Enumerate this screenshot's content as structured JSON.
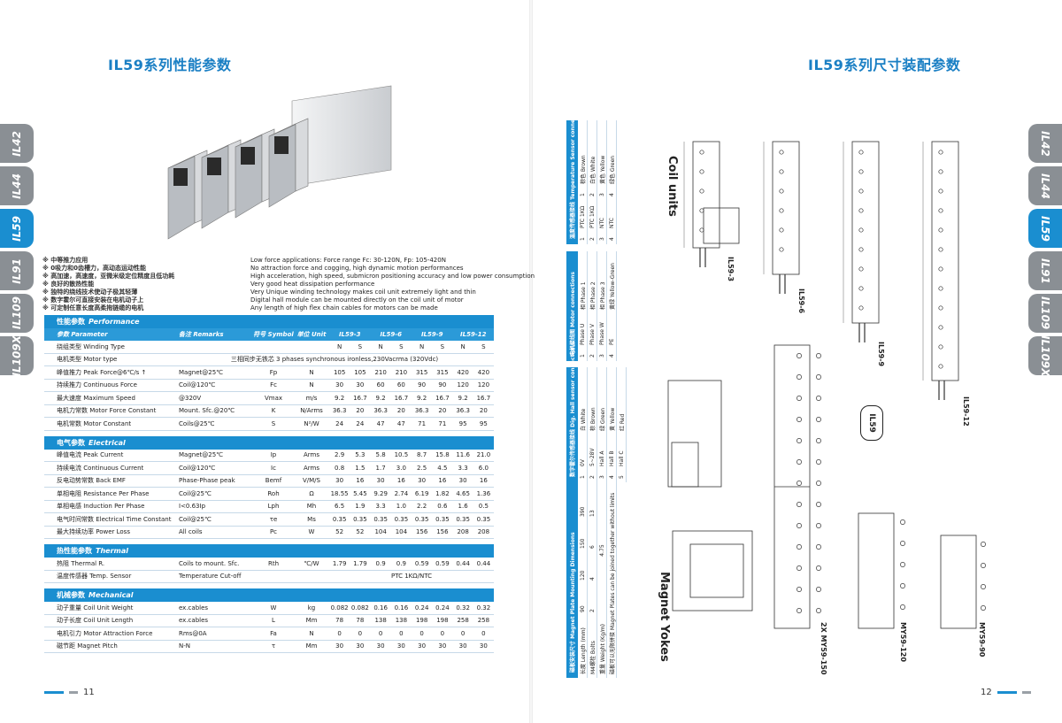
{
  "left_title": "IL59系列性能参数",
  "right_title": "IL59系列尺寸装配参数",
  "tabs": [
    "IL42",
    "IL44",
    "IL59",
    "IL91",
    "IL109",
    "IL109X"
  ],
  "active_tab": "IL59",
  "features_cn": [
    "※ 中等推力应用",
    "※ 0吸力和0齿槽力，高动态运动性能",
    "※ 高加速，高速度，亚微米级定位精度且低功耗",
    "※ 良好的散热性能",
    "※ 独特的绕线技术使动子极其轻薄",
    "※ 数字霍尔可直接安装在电机动子上",
    "※ 可定制任意长度高柔拖链缆的电机"
  ],
  "features_en": [
    "Low force applications: Force range Fc: 30-120N, Fp: 105-420N",
    "No attraction force and cogging, high dynamic motion performances",
    "High acceleration, high speed, submicron positioning accuracy and low power consumption",
    "Very good heat dissipation performance",
    "Very Unique winding technology makes coil unit extremely light and thin",
    "Digital hall module can be mounted directly on the coil unit of motor",
    "Any length of high flex chain cables for motors can be made"
  ],
  "perf": {
    "section": "性能参数",
    "section_en": "Performance",
    "col_param": "参数 Parameter",
    "col_remarks": "备注 Remarks",
    "col_symbol": "符号 Symbol",
    "col_unit": "单位 Unit",
    "groups": [
      "IL59-3",
      "IL59-6",
      "IL59-9",
      "IL59-12"
    ],
    "ns": [
      "N",
      "S",
      "N",
      "S",
      "N",
      "S",
      "N",
      "S"
    ],
    "winding_label": "绕组类型 Winding Type",
    "motor_label": "电机类型 Motor type",
    "motor_value": "三相同步无铁芯 3 phases synchronous ironless,230Vacrma (320Vdc)",
    "rows": [
      {
        "name": "峰值推力 Peak Force@6℃/s ↑",
        "rem": "Magnet@25℃",
        "sym": "Fp",
        "unit": "N",
        "vals": [
          "105",
          "105",
          "210",
          "210",
          "315",
          "315",
          "420",
          "420"
        ]
      },
      {
        "name": "持续推力 Continuous Force",
        "rem": "Coil@120℃",
        "sym": "Fc",
        "unit": "N",
        "vals": [
          "30",
          "30",
          "60",
          "60",
          "90",
          "90",
          "120",
          "120"
        ]
      },
      {
        "name": "最大速度 Maximum Speed",
        "rem": "@320V",
        "sym": "Vmax",
        "unit": "m/s",
        "vals": [
          "9.2",
          "16.7",
          "9.2",
          "16.7",
          "9.2",
          "16.7",
          "9.2",
          "16.7"
        ]
      },
      {
        "name": "电机力常数 Motor Force Constant",
        "rem": "Mount. Sfc.@20℃",
        "sym": "K",
        "unit": "N/Arms",
        "vals": [
          "36.3",
          "20",
          "36.3",
          "20",
          "36.3",
          "20",
          "36.3",
          "20"
        ]
      },
      {
        "name": "电机常数 Motor Constant",
        "rem": "Coils@25℃",
        "sym": "S",
        "unit": "N²/W",
        "vals": [
          "24",
          "24",
          "47",
          "47",
          "71",
          "71",
          "95",
          "95"
        ]
      }
    ]
  },
  "elec": {
    "section": "电气参数",
    "section_en": "Electrical",
    "rows": [
      {
        "name": "峰值电流 Peak Current",
        "rem": "Magnet@25℃",
        "sym": "Ip",
        "unit": "Arms",
        "vals": [
          "2.9",
          "5.3",
          "5.8",
          "10.5",
          "8.7",
          "15.8",
          "11.6",
          "21.0"
        ]
      },
      {
        "name": "持续电流 Continuous Current",
        "rem": "Coil@120℃",
        "sym": "Ic",
        "unit": "Arms",
        "vals": [
          "0.8",
          "1.5",
          "1.7",
          "3.0",
          "2.5",
          "4.5",
          "3.3",
          "6.0"
        ]
      },
      {
        "name": "反电动势常数 Back EMF",
        "rem": "Phase-Phase peak",
        "sym": "Bemf",
        "unit": "V/M/S",
        "vals": [
          "30",
          "16",
          "30",
          "16",
          "30",
          "16",
          "30",
          "16"
        ]
      },
      {
        "name": "单相电阻 Resistance Per Phase",
        "rem": "Coil@25℃",
        "sym": "Roh",
        "unit": "Ω",
        "vals": [
          "18.55",
          "5.45",
          "9.29",
          "2.74",
          "6.19",
          "1.82",
          "4.65",
          "1.36"
        ]
      },
      {
        "name": "单相电感 Induction Per Phase",
        "rem": "I<0.63Ip",
        "sym": "Lph",
        "unit": "Mh",
        "vals": [
          "6.5",
          "1.9",
          "3.3",
          "1.0",
          "2.2",
          "0.6",
          "1.6",
          "0.5"
        ]
      },
      {
        "name": "电气时间常数 Electrical Time Constant",
        "rem": "Coil@25℃",
        "sym": "τe",
        "unit": "Ms",
        "vals": [
          "0.35",
          "0.35",
          "0.35",
          "0.35",
          "0.35",
          "0.35",
          "0.35",
          "0.35"
        ]
      },
      {
        "name": "最大持续功率 Power Loss",
        "rem": "All coils",
        "sym": "Pc",
        "unit": "W",
        "vals": [
          "52",
          "52",
          "104",
          "104",
          "156",
          "156",
          "208",
          "208"
        ]
      }
    ]
  },
  "thermal": {
    "section": "热性能参数",
    "section_en": "Thermal",
    "rows": [
      {
        "name": "热阻 Thermal R.",
        "rem": "Coils to mount. Sfc.",
        "sym": "Rth",
        "unit": "℃/W",
        "vals": [
          "1.79",
          "1.79",
          "0.9",
          "0.9",
          "0.59",
          "0.59",
          "0.44",
          "0.44"
        ]
      }
    ],
    "sensor_name": "温度传感器 Temp. Sensor",
    "sensor_rem": "Temperature Cut-off",
    "sensor_value": "PTC 1KΩ/NTC"
  },
  "mech": {
    "section": "机械参数",
    "section_en": "Mechanical",
    "rows": [
      {
        "name": "动子重量 Coil Unit Weight",
        "rem": "ex.cables",
        "sym": "W",
        "unit": "kg",
        "vals": [
          "0.082",
          "0.082",
          "0.16",
          "0.16",
          "0.24",
          "0.24",
          "0.32",
          "0.32"
        ]
      },
      {
        "name": "动子长度 Coil Unit Length",
        "rem": "ex.cables",
        "sym": "L",
        "unit": "Mm",
        "vals": [
          "78",
          "78",
          "138",
          "138",
          "198",
          "198",
          "258",
          "258"
        ]
      },
      {
        "name": "电机引力 Motor Attraction Force",
        "rem": "Rms@0A",
        "sym": "Fa",
        "unit": "N",
        "vals": [
          "0",
          "0",
          "0",
          "0",
          "0",
          "0",
          "0",
          "0"
        ]
      },
      {
        "name": "磁节距 Magnet Pitch",
        "rem": "N-N",
        "sym": "τ",
        "unit": "Mm",
        "vals": [
          "30",
          "30",
          "30",
          "30",
          "30",
          "30",
          "30",
          "30"
        ]
      }
    ]
  },
  "page_left": "11",
  "page_right": "12",
  "temp_sensor": {
    "title": "温度传感器接线 Temperature Sensor connections",
    "rows": [
      [
        "1",
        "PTC 1KΩ",
        "1",
        "棕色 Brown"
      ],
      [
        "2",
        "PTC 1KΩ",
        "2",
        "白色 White"
      ],
      [
        "3",
        "NTC",
        "3",
        "黄色 Yellow"
      ],
      [
        "4",
        "NTC",
        "4",
        "绿色 Green"
      ]
    ]
  },
  "motor_conn": {
    "title": "电机接线图 Motor connections",
    "rows": [
      [
        "1",
        "Phase U",
        "相 Phase 1"
      ],
      [
        "2",
        "Phase V",
        "相 Phase 2"
      ],
      [
        "3",
        "Phase W",
        "相 Phase 3"
      ],
      [
        "4",
        "PE",
        "黄绿 Yellow-Green"
      ]
    ]
  },
  "hall_conn": {
    "title": "数字霍尔传感器接线 Dig. Hall sensor connections",
    "rows": [
      [
        "1",
        "0V",
        "白 White"
      ],
      [
        "2",
        "5~28V",
        "棕 Brown"
      ],
      [
        "3",
        "Hall A",
        "绿 Green"
      ],
      [
        "4",
        "Hall B",
        "黄 Yellow"
      ],
      [
        "5",
        "Hall C",
        "红 Red"
      ]
    ]
  },
  "magnet_plate": {
    "title": "磁板安装尺寸 Magnet Plate Mounting Dimensions",
    "length_label": "长度 Length (mm)",
    "lengths": [
      "90",
      "120",
      "150",
      "390"
    ],
    "bolts_label": "M4螺栓 Bolts",
    "bolts": [
      "2",
      "4",
      "6",
      "13"
    ],
    "weight_label": "重量 Weight (Kg/m)",
    "weight": "4.75",
    "note": "磁板可以无限拼接 Magnet Plates can be joined together without limits"
  },
  "drawings": {
    "coil_units": "Coil units",
    "magnet_yokes": "Magnet Yokes",
    "il59_3": "IL59-3",
    "il59_6": "IL59-6",
    "il59_9": "IL59-9",
    "il59_12": "IL59-12",
    "badge": "IL59",
    "my150": "2X MY59-150",
    "my120": "MY59-120",
    "my90": "MY59-90"
  }
}
